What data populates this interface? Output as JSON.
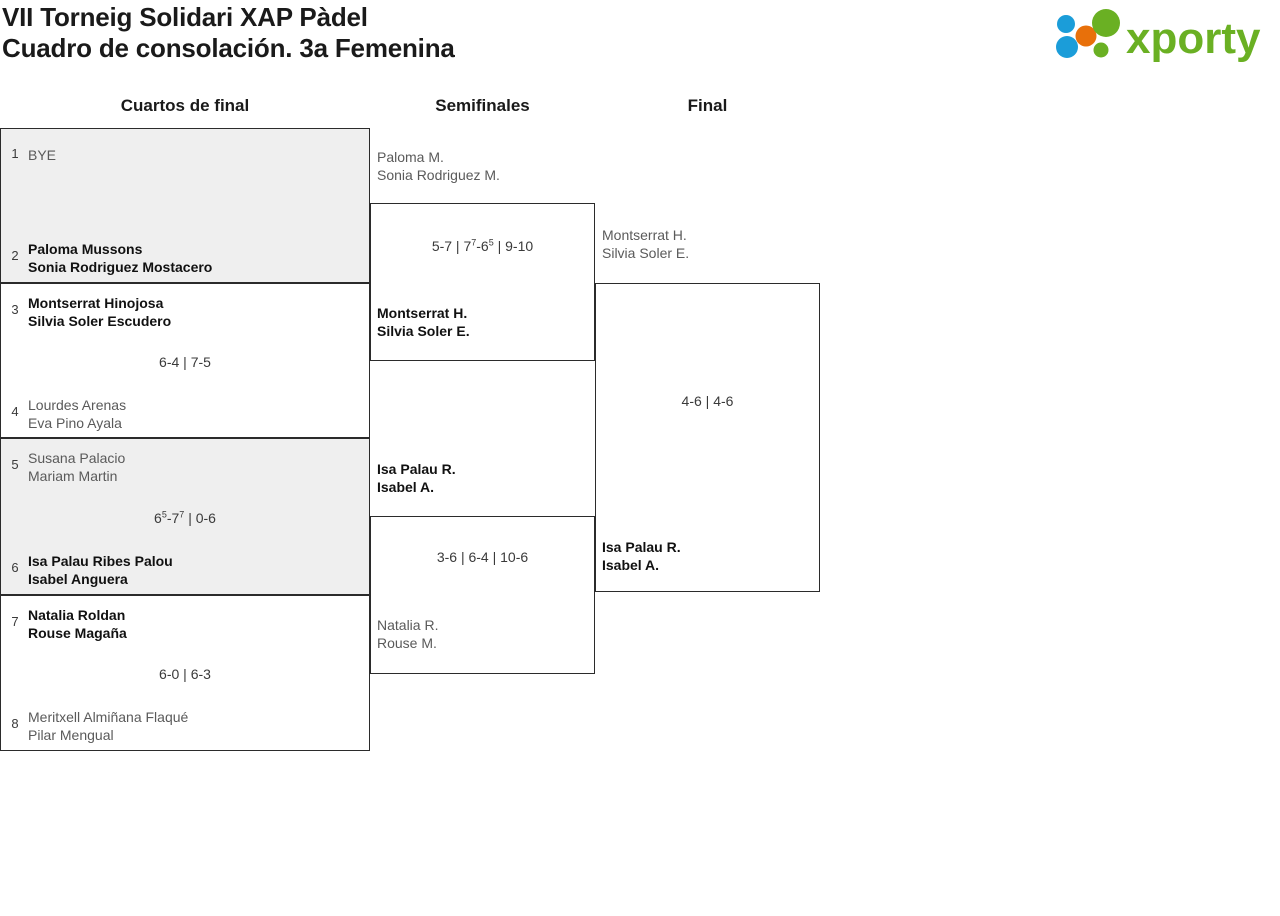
{
  "header": {
    "title_line1": "VII Torneig Solidari XAP Pàdel",
    "title_line2": "Cuadro de consolación. 3a Femenina",
    "logo_text": "xporty",
    "logo_colors": {
      "green": "#6ab023",
      "orange": "#e8700a",
      "blue": "#1b9dd9"
    }
  },
  "columns": {
    "quarterfinals": "Cuartos de final",
    "semifinals": "Semifinales",
    "final": "Final"
  },
  "round1": {
    "matches": [
      {
        "shaded": true,
        "top": {
          "seed": "1",
          "player1": "BYE",
          "player2": "",
          "winner": false
        },
        "bottom": {
          "seed": "2",
          "player1": "Paloma Mussons",
          "player2": "Sonia Rodriguez Mostacero",
          "winner": true
        },
        "score": ""
      },
      {
        "shaded": false,
        "top": {
          "seed": "3",
          "player1": "Montserrat Hinojosa",
          "player2": "Silvia Soler Escudero",
          "winner": true
        },
        "bottom": {
          "seed": "4",
          "player1": "Lourdes Arenas",
          "player2": "Eva Pino Ayala",
          "winner": false
        },
        "score": "6-4 | 7-5"
      },
      {
        "shaded": true,
        "top": {
          "seed": "5",
          "player1": "Susana Palacio",
          "player2": "Mariam Martin",
          "winner": false
        },
        "bottom": {
          "seed": "6",
          "player1": "Isa Palau Ribes Palou",
          "player2": "Isabel Anguera",
          "winner": true
        },
        "score_parts": [
          {
            "t": "6"
          },
          {
            "sup": "5"
          },
          {
            "t": "-7"
          },
          {
            "sup": "7"
          },
          {
            "t": " | 0-6"
          }
        ],
        "score": "6⁵-7⁷ | 0-6"
      },
      {
        "shaded": false,
        "top": {
          "seed": "7",
          "player1": "Natalia Roldan",
          "player2": "Rouse Magaña",
          "winner": true
        },
        "bottom": {
          "seed": "8",
          "player1": "Meritxell Almiñana Flaqué",
          "player2": "Pilar Mengual",
          "winner": false
        },
        "score": "6-0 | 6-3"
      }
    ]
  },
  "round2": {
    "matches": [
      {
        "top": {
          "player1": "Paloma M.",
          "player2": "Sonia Rodriguez M.",
          "winner": false
        },
        "bottom": {
          "player1": "Montserrat H.",
          "player2": "Silvia Soler E.",
          "winner": true
        },
        "score_parts": [
          {
            "t": "5-7 | 7"
          },
          {
            "sup": "7"
          },
          {
            "t": "-6"
          },
          {
            "sup": "5"
          },
          {
            "t": " | 9-10"
          }
        ],
        "score": "5-7 | 7⁷-6⁵ | 9-10"
      },
      {
        "top": {
          "player1": "Isa Palau R.",
          "player2": "Isabel A.",
          "winner": true
        },
        "bottom": {
          "player1": "Natalia R.",
          "player2": "Rouse M.",
          "winner": false
        },
        "score_parts": [
          {
            "t": "3-6 | 6-4 | 10-6"
          }
        ],
        "score": "3-6 | 6-4 | 10-6"
      }
    ]
  },
  "round3": {
    "match": {
      "top": {
        "player1": "Montserrat H.",
        "player2": "Silvia Soler E.",
        "winner": false
      },
      "bottom": {
        "player1": "Isa Palau R.",
        "player2": "Isabel A.",
        "winner": true
      },
      "score_parts": [
        {
          "t": "4-6 | 4-6"
        }
      ],
      "score": "4-6 | 4-6"
    }
  }
}
